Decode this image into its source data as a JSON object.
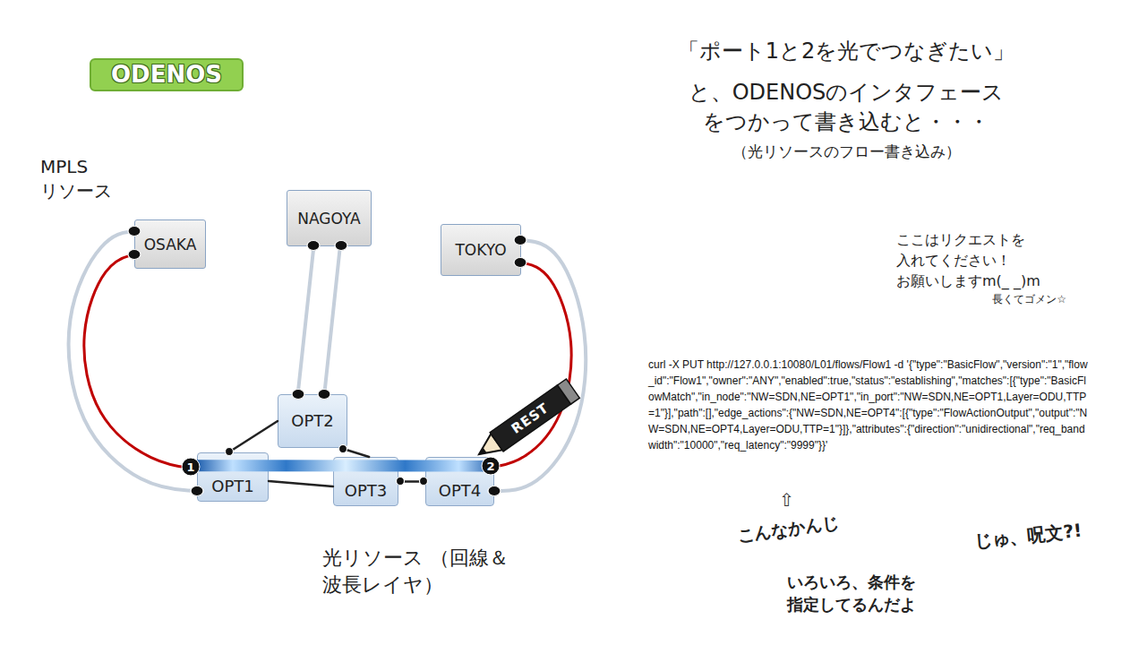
{
  "diagram": {
    "nodes": [
      {
        "text": [
          "ODENOS"
        ]
      },
      {
        "text": [
          "MPLS リソース"
        ],
        "in": 0
      },
      {
        "text": [
          "OSAKA"
        ],
        "in": 1
      },
      {
        "text": [
          "NAGOYA"
        ],
        "in": 1
      },
      {
        "text": [
          "TOKYO"
        ],
        "in": 1
      },
      {
        "text": [
          "光リソース （回線＆波長レイヤ）"
        ],
        "in": 0
      },
      {
        "text": [
          "OPT1"
        ],
        "in": 5
      },
      {
        "text": [
          "OPT2"
        ],
        "in": 5
      },
      {
        "text": [
          "OPT3"
        ],
        "in": 5
      },
      {
        "text": [
          "OPT4"
        ],
        "in": 5
      },
      {
        "text": [
          "「ポート1と2を光でつなぎたい」",
          "と、ODENOSのインタフェース をつかって書き込むと・・・",
          "（光リソースのフロー書き込み）"
        ]
      },
      {
        "text": [
          "ここはリクエストを 入れてください！ お願いしますm(_ _)m",
          "長くてゴメン☆"
        ]
      }
    ],
    "edges": [
      {
        "from": 2,
        "to": 6,
        "arrow": "none"
      },
      {
        "from": 2,
        "to": 6,
        "arrow": "none"
      },
      {
        "from": 3,
        "to": 7,
        "arrow": "none"
      },
      {
        "from": 3,
        "to": 7,
        "arrow": "none"
      },
      {
        "from": 4,
        "to": 9,
        "arrow": "none"
      },
      {
        "from": 4,
        "to": 9,
        "arrow": "none"
      },
      {
        "from": 6,
        "to": 7,
        "arrow": "none"
      },
      {
        "from": 7,
        "to": 8,
        "arrow": "none"
      },
      {
        "from": 6,
        "to": 8,
        "arrow": "none"
      },
      {
        "from": 8,
        "to": 9,
        "arrow": "none"
      },
      {
        "from": 6,
        "to": 9,
        "arrow": "none"
      }
    ],
    "labels": [
      "REST",
      "1",
      "2",
      "curl -X PUT http://127.0.0.1:10080/L01/flows/Flow1 -d '{\"type\":\"BasicFlow\",\"version\":\"1\",\"flow_id\":\"Flow1\",\"owner\":\"ANY\",\"enabled\":true,\"status\":\"establishing\",\"matches\":[{\"type\":\"BasicFlowMatch\",\"in_node\":\"NW=SDN,NE=OPT1\",\"in_port\":\"NW=SDN,NE=OPT1,Layer=ODU,TTP=1\"}],\"path\":[],\"edge_actions\":{\"NW=SDN,NE=OPT4\":[{\"type\":\"FlowActionOutput\",\"output\":\"NW=SDN,NE=OPT4,Layer=ODU,TTP=1\"}]},\"attributes\":{\"direction\":\"unidirectional\",\"req_bandwidth\":\"10000\",\"req_latency\":\"9999\"}}'",
      "⇧",
      "こんなかんじ",
      "じゅ、呪文?!",
      "いろいろ、条件を 指定してるんだよ"
    ]
  }
}
